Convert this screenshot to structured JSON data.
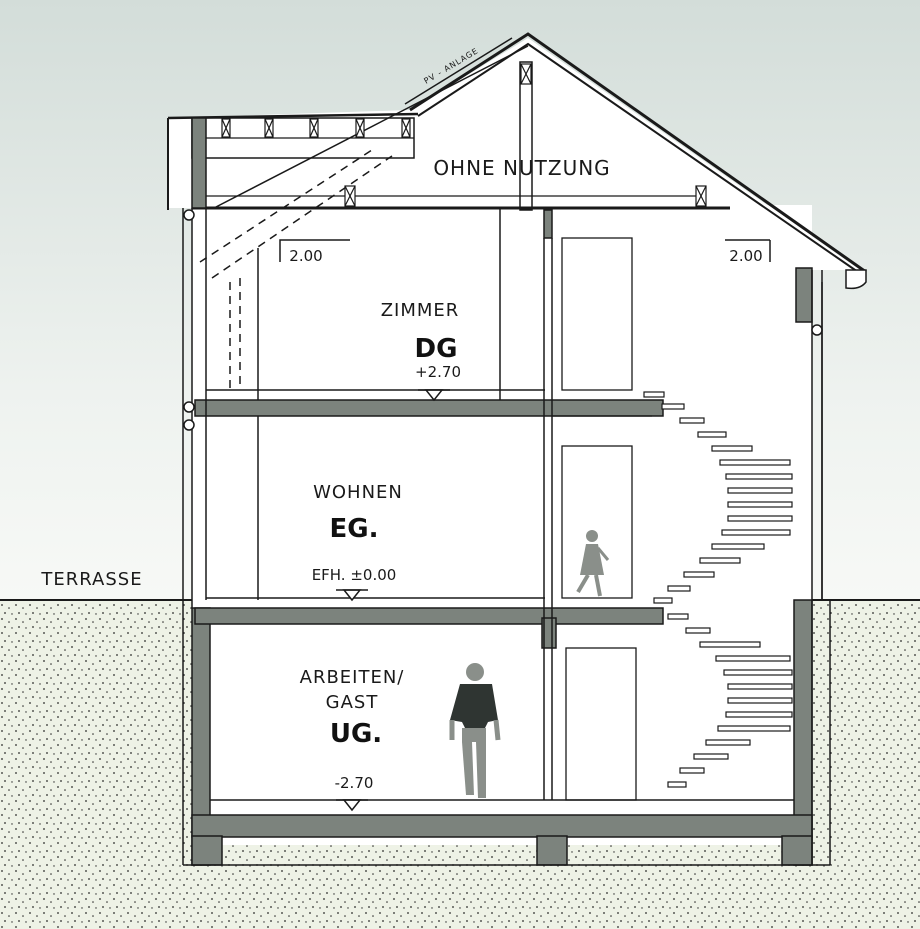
{
  "labels": {
    "roof_space": "OHNE NUTZUNG",
    "pv": "PV - ANLAGE",
    "dg_room": "ZIMMER",
    "dg_level": "DG",
    "dg_height": "+2.70",
    "eg_room": "WOHNEN",
    "eg_level": "EG.",
    "eg_height": "EFH. ±0.00",
    "ug_room_line1": "ARBEITEN/",
    "ug_room_line2": "GAST",
    "ug_level": "UG.",
    "ug_height": "-2.70",
    "terrace": "TERRASSE",
    "clear_height_left": "2.00",
    "clear_height_right": "2.00"
  },
  "colors": {
    "wall": "#7c837d",
    "line": "#1a1a1a",
    "sky_top": "#d6e0dc",
    "sky_bottom": "#f4f7f4",
    "ground": "#eef2e6",
    "figure": "#8a8f8a"
  }
}
